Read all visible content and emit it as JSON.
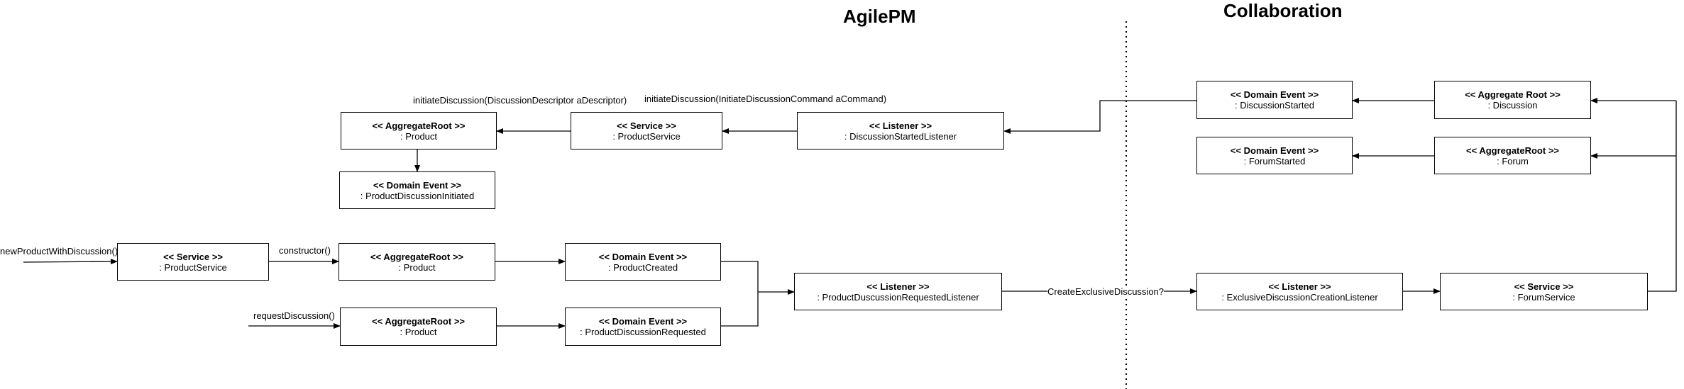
{
  "titles": {
    "left": "AgilePM",
    "right": "Collaboration"
  },
  "boxes": {
    "product_discussion": {
      "stereotype": "<< AggregateRoot >>",
      "name": ": Product"
    },
    "product_service_top": {
      "stereotype": "<< Service >>",
      "name": ": ProductService"
    },
    "discussion_started_listener": {
      "stereotype": "<< Listener >>",
      "name": ": DiscussionStartedListener"
    },
    "product_discussion_initiated": {
      "stereotype": "<< Domain Event >>",
      "name": ": ProductDiscussionInitiated"
    },
    "product_service_bottom": {
      "stereotype": "<< Service >>",
      "name": ": ProductService"
    },
    "product_created_root": {
      "stereotype": "<< AggregateRoot >>",
      "name": ": Product"
    },
    "product_created_event": {
      "stereotype": "<< Domain Event >>",
      "name": ": ProductCreated"
    },
    "product_requested_root": {
      "stereotype": "<< AggregateRoot >>",
      "name": ": Product"
    },
    "product_discussion_requested_event": {
      "stereotype": "<< Domain Event >>",
      "name": ": ProductDiscussionRequested"
    },
    "product_discussion_requested_listener": {
      "stereotype": "<< Listener >>",
      "name": ": ProductDuscussionRequestedListener"
    },
    "discussion_started_event": {
      "stereotype": "<< Domain Event >>",
      "name": ": DiscussionStarted"
    },
    "discussion_root": {
      "stereotype": "<< Aggregate Root >>",
      "name": ": Discussion"
    },
    "forum_started_event": {
      "stereotype": "<< Domain Event >>",
      "name": ": ForumStarted"
    },
    "forum_root": {
      "stereotype": "<< AggregateRoot >>",
      "name": ": Forum"
    },
    "exclusive_discussion_listener": {
      "stereotype": "<< Listener >>",
      "name": ": ExclusiveDiscussionCreationListener"
    },
    "forum_service": {
      "stereotype": "<< Service >>",
      "name": ": ForumService"
    }
  },
  "labels": {
    "initiate_discussion_descriptor": "initiateDiscussion(DiscussionDescriptor aDescriptor)",
    "initiate_discussion_command": "initiateDiscussion(InitiateDiscussionCommand aCommand)",
    "new_product_with_discussion": "newProductWithDiscussion()",
    "constructor": "constructor()",
    "request_discussion": "requestDiscussion()",
    "create_exclusive_discussion": "CreateExclusiveDiscussion?"
  }
}
